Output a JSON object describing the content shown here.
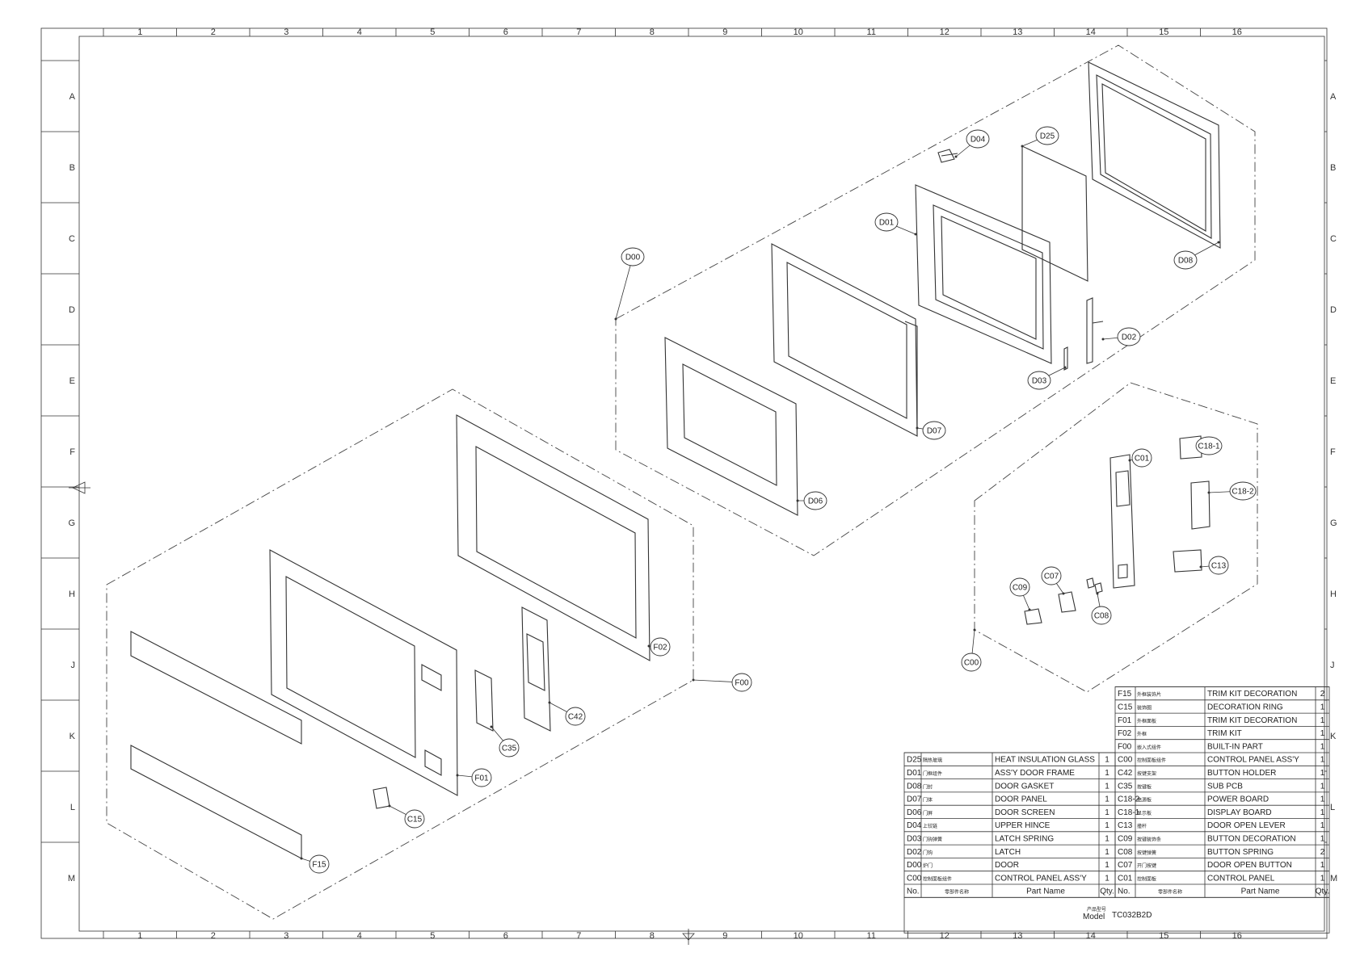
{
  "drawing": {
    "grid_columns": [
      "1",
      "2",
      "3",
      "4",
      "5",
      "6",
      "7",
      "8",
      "9",
      "10",
      "11",
      "12",
      "13",
      "14",
      "15",
      "16"
    ],
    "grid_rows": [
      "A",
      "B",
      "C",
      "D",
      "E",
      "F",
      "G",
      "H",
      "J",
      "K",
      "L",
      "M"
    ]
  },
  "callouts": {
    "D04": "D04",
    "D25": "D25",
    "D01": "D01",
    "D08": "D08",
    "D00": "D00",
    "D02": "D02",
    "D03": "D03",
    "D07": "D07",
    "D06": "D06",
    "C01": "C01",
    "C18_1": "C18-1",
    "C18_2": "C18-2",
    "C13": "C13",
    "C07": "C07",
    "C09": "C09",
    "C08": "C08",
    "C00": "C00",
    "F02": "F02",
    "F00": "F00",
    "C42": "C42",
    "C35": "C35",
    "F01": "F01",
    "C15": "C15",
    "F15": "F15"
  },
  "parts_table": {
    "left_rows": [
      {
        "no": "D25",
        "cn": "隔热玻璃",
        "name": "HEAT INSULATION  GLASS",
        "qty": "1"
      },
      {
        "no": "D01",
        "cn": "门框组件",
        "name": "ASS'Y DOOR FRAME",
        "qty": "1"
      },
      {
        "no": "D08",
        "cn": "门封",
        "name": "DOOR GASKET",
        "qty": "1"
      },
      {
        "no": "D07",
        "cn": "门体",
        "name": "DOOR PANEL",
        "qty": "1"
      },
      {
        "no": "D06",
        "cn": "门屏",
        "name": "DOOR SCREEN",
        "qty": "1"
      },
      {
        "no": "D04",
        "cn": "上铰链",
        "name": "UPPER HINCE",
        "qty": "1"
      },
      {
        "no": "D03",
        "cn": "门钩弹簧",
        "name": "LATCH SPRING",
        "qty": "1"
      },
      {
        "no": "D02",
        "cn": "门钩",
        "name": "LATCH",
        "qty": "1"
      },
      {
        "no": "D00",
        "cn": "炉门",
        "name": "DOOR",
        "qty": "1"
      },
      {
        "no": "C00",
        "cn": "控制面板组件",
        "name": "CONTROL PANEL ASS'Y",
        "qty": "1"
      }
    ],
    "right_rows": [
      {
        "no": "F15",
        "cn": "外框装饰片",
        "name": "TRIM KIT DECORATION",
        "qty": "2"
      },
      {
        "no": "C15",
        "cn": "装饰圈",
        "name": "DECORATION RING",
        "qty": "1"
      },
      {
        "no": "F01",
        "cn": "外框面板",
        "name": "TRIM KIT DECORATION",
        "qty": "1"
      },
      {
        "no": "F02",
        "cn": "外框",
        "name": "TRIM KIT",
        "qty": "1"
      },
      {
        "no": "F00",
        "cn": "嵌入式组件",
        "name": "BUILT-IN PART",
        "qty": "1"
      },
      {
        "no": "C00",
        "cn": "控制面板组件",
        "name": "CONTROL PANEL ASS'Y",
        "qty": "1"
      },
      {
        "no": "C42",
        "cn": "按键支架",
        "name": "BUTTON HOLDER",
        "qty": "1"
      },
      {
        "no": "C35",
        "cn": "按键板",
        "name": "SUB PCB",
        "qty": "1"
      },
      {
        "no": "C18-2",
        "cn": "电源板",
        "name": "POWER BOARD",
        "qty": "1"
      },
      {
        "no": "C18-1",
        "cn": "显示板",
        "name": "DISPLAY BOARD",
        "qty": "1"
      },
      {
        "no": "C13",
        "cn": "撞杆",
        "name": "DOOR OPEN LEVER",
        "qty": "1"
      },
      {
        "no": "C09",
        "cn": "按键装饰条",
        "name": "BUTTON DECORATION",
        "qty": "1"
      },
      {
        "no": "C08",
        "cn": "按键弹簧",
        "name": "BUTTON SPRING",
        "qty": "2"
      },
      {
        "no": "C07",
        "cn": "开门按键",
        "name": "DOOR OPEN BUTTON",
        "qty": "1"
      },
      {
        "no": "C01",
        "cn": "控制面板",
        "name": "CONTROL PANEL",
        "qty": "1"
      }
    ],
    "header": {
      "no": "No.",
      "cn": "零部件名称",
      "name": "Part Name",
      "qty": "Qty."
    }
  },
  "model": {
    "cn_label": "产品型号",
    "label": "Model",
    "value": "TC032B2D"
  }
}
